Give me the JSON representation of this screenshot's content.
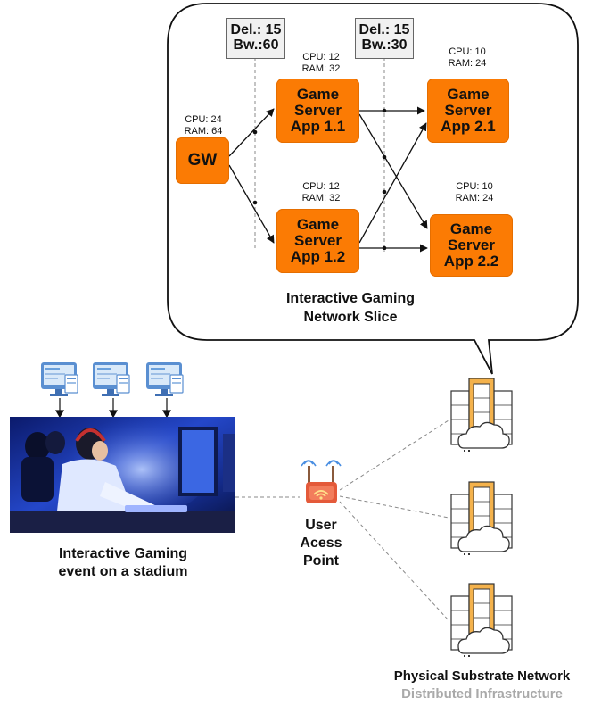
{
  "slice": {
    "title": "Interactive Gaming\nNetwork Slice",
    "gateway": {
      "label": "GW",
      "resources": "CPU: 24\nRAM: 64"
    },
    "apps": [
      {
        "id": "app11",
        "label": "Game\nServer\nApp 1.1",
        "resources": "CPU: 12\nRAM: 32"
      },
      {
        "id": "app12",
        "label": "Game\nServer\nApp 1.2",
        "resources": "CPU: 12\nRAM: 32"
      },
      {
        "id": "app21",
        "label": "Game\nServer\nApp 2.1",
        "resources": "CPU: 10\nRAM: 24"
      },
      {
        "id": "app22",
        "label": "Game\nServer\nApp 2.2",
        "resources": "CPU: 10\nRAM: 24"
      }
    ],
    "link_labels": [
      {
        "label": "Del.: 15\nBw.:60"
      },
      {
        "label": "Del.: 15\nBw.:30"
      }
    ]
  },
  "event": {
    "caption": "Interactive Gaming\nevent on a stadium"
  },
  "access_point": {
    "caption": "User\nAcess\nPoint"
  },
  "substrate": {
    "title": "Physical Substrate Network",
    "subtitle": "Distributed Infrastructure"
  },
  "colors": {
    "accent": "#fb7b04",
    "server": "#f4b24c",
    "link_label_bg": "#f1f1f1",
    "subtitle_gray": "#a9a9a9"
  },
  "icons": [
    "monitor-icon",
    "server-cloud-icon",
    "wifi-router-icon"
  ]
}
